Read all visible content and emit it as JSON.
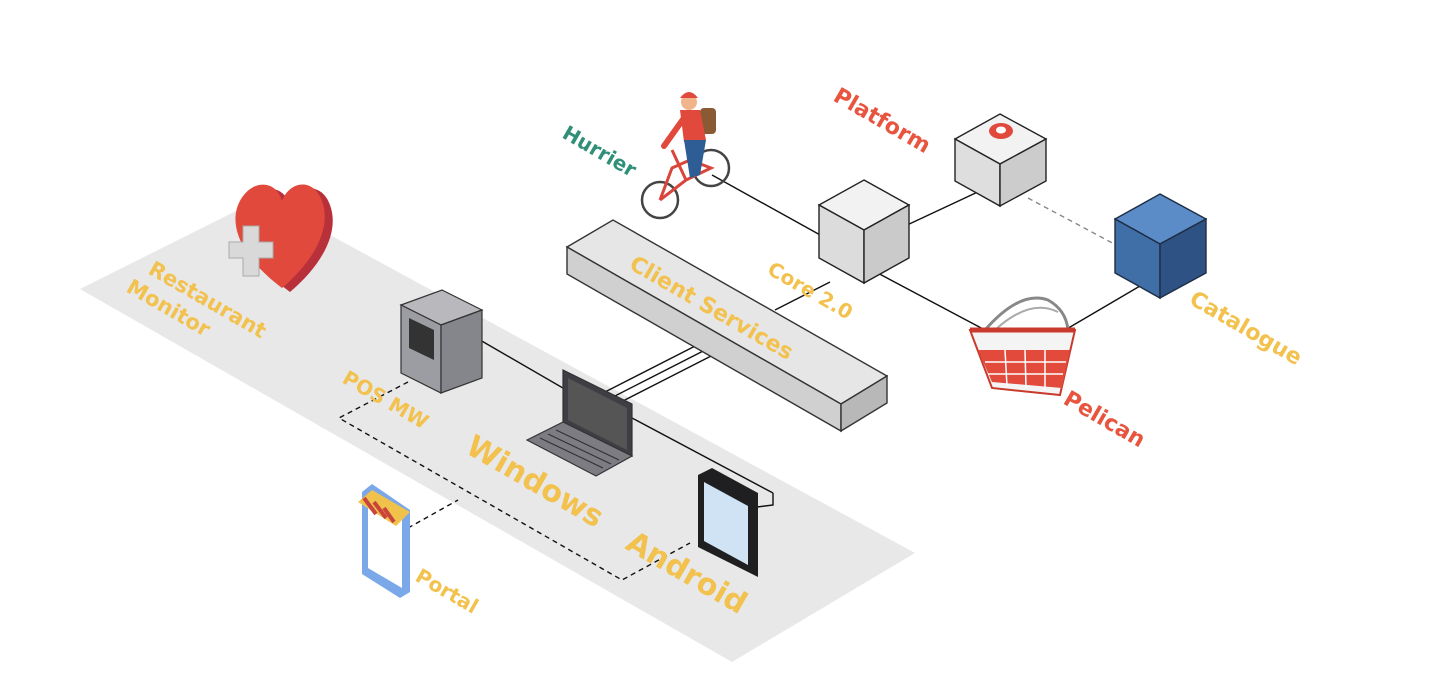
{
  "labels": {
    "platform": "Platform",
    "hurrier": "Hurrier",
    "core": "Core 2.0",
    "catalogue": "Catalogue",
    "pelican": "Pelican",
    "client_services": "Client Services",
    "restaurant_monitor_line1": "Restaurant",
    "restaurant_monitor_line2": "Monitor",
    "pos_mw": "POS MW",
    "windows": "Windows",
    "android": "Android",
    "portal": "Portal"
  },
  "colors": {
    "label_yellow": "#f2c14e",
    "label_red": "#e8543e",
    "label_green": "#2f8f78",
    "platform_floor": "#e8e8e8",
    "catalogue_cube": "#3f6fa6",
    "grey_cube": "#e2e2e2",
    "heart": "#e0493c",
    "basket": "#e24a3b"
  },
  "icons": [
    "heart-plus-icon",
    "pos-terminal-icon",
    "laptop-icon",
    "tablet-icon",
    "storefront-phone-icon",
    "cyclist-icon",
    "basket-icon",
    "platform-cube-icon",
    "core-cube-icon",
    "catalogue-cube-icon"
  ]
}
